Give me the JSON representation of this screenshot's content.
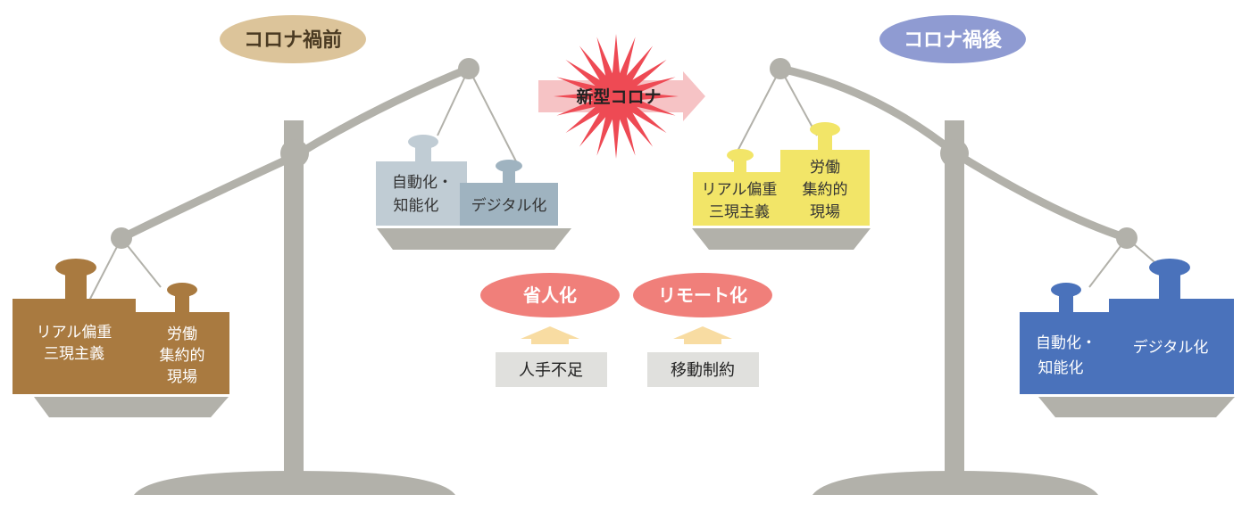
{
  "before": {
    "title": "コロナ禍前",
    "heavy_weights": {
      "left": [
        "リアル偏重",
        "三現主義"
      ],
      "right": [
        "労働",
        "集約的",
        "現場"
      ]
    },
    "light_weights": {
      "left": [
        "自動化・",
        "知能化"
      ],
      "right": [
        "デジタル化"
      ]
    }
  },
  "after": {
    "title": "コロナ禍後",
    "light_weights": {
      "left": [
        "リアル偏重",
        "三現主義"
      ],
      "right": [
        "労働",
        "集約的",
        "現場"
      ]
    },
    "heavy_weights": {
      "left": [
        "自動化・",
        "知能化"
      ],
      "right": [
        "デジタル化"
      ]
    }
  },
  "center": {
    "trigger": "新型コロナ",
    "drivers": [
      {
        "label": "省人化",
        "cause": "人手不足"
      },
      {
        "label": "リモート化",
        "cause": "移動制約"
      }
    ]
  },
  "colors": {
    "beam_gray": "#b2b1aa",
    "brown": "#a97a40",
    "light_blue_gray": "#c0ccd4",
    "blue_gray_top": "#9fb3c0",
    "yellow": "#f2e568",
    "blue": "#4a72bb",
    "pill_before": "#dcc49a",
    "pill_after": "#8f9bd2",
    "pill_red": "#f07f7a",
    "starburst": "#ee4a54",
    "arrow_pink": "#f6c3c5",
    "up_arrow": "#f8dca2",
    "cause_box": "#e0e0dd"
  }
}
